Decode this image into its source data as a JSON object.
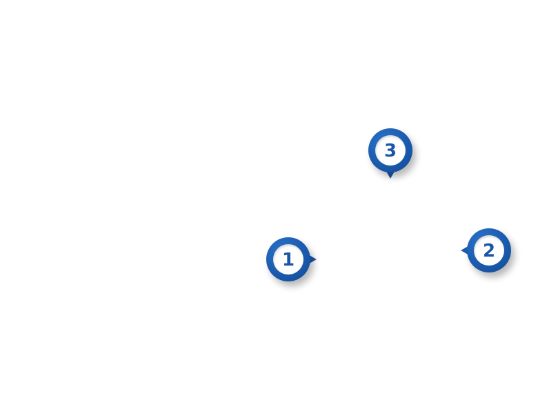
{
  "colors": {
    "background": "#ffffff",
    "marker_ring": "#1b5aad",
    "marker_number": "#1a56a6",
    "marker_inner": "#ffffff"
  },
  "markers": [
    {
      "label": "1",
      "pointer": "right",
      "icon": "map-pin-icon"
    },
    {
      "label": "2",
      "pointer": "left",
      "icon": "map-pin-icon"
    },
    {
      "label": "3",
      "pointer": "down",
      "icon": "map-pin-icon"
    }
  ]
}
